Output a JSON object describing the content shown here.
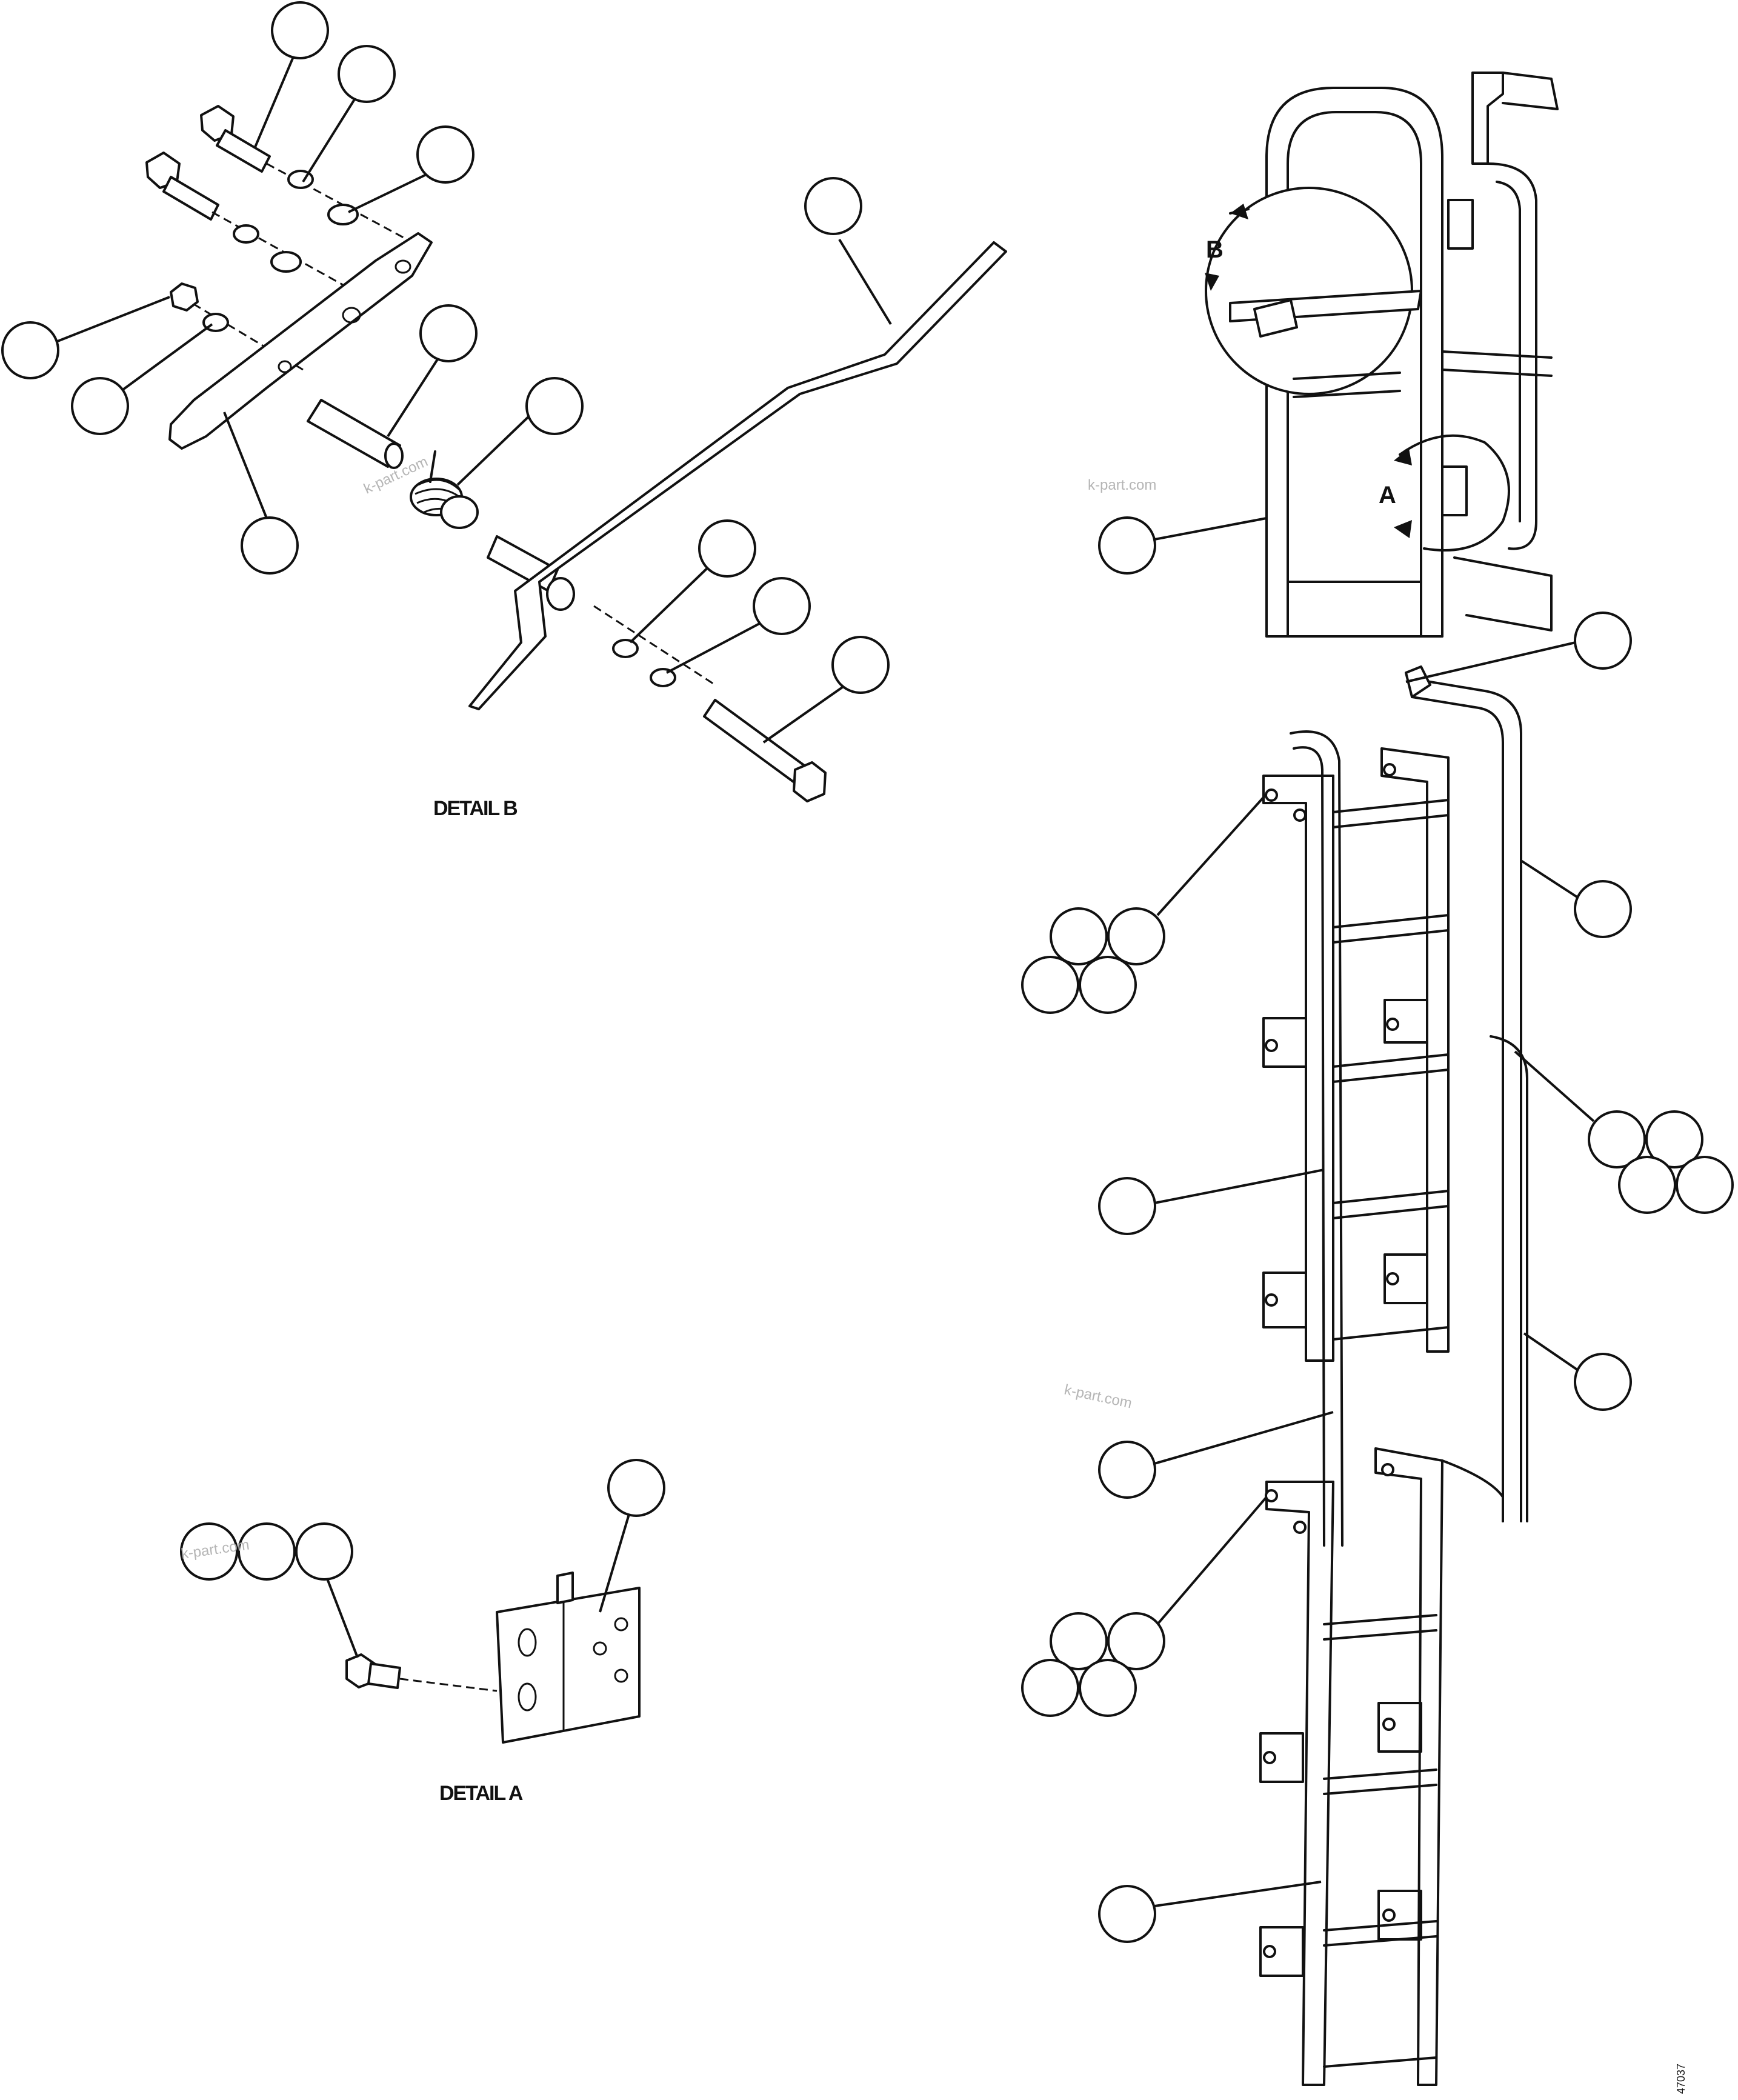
{
  "labels": {
    "detail_b": "DETAIL B",
    "detail_a": "DETAIL A",
    "view_b": "B",
    "view_a": "A",
    "drawing_number": "47037"
  },
  "watermarks": [
    "k-part.com",
    "k-part.com",
    "k-part.com",
    "k-part.com"
  ]
}
